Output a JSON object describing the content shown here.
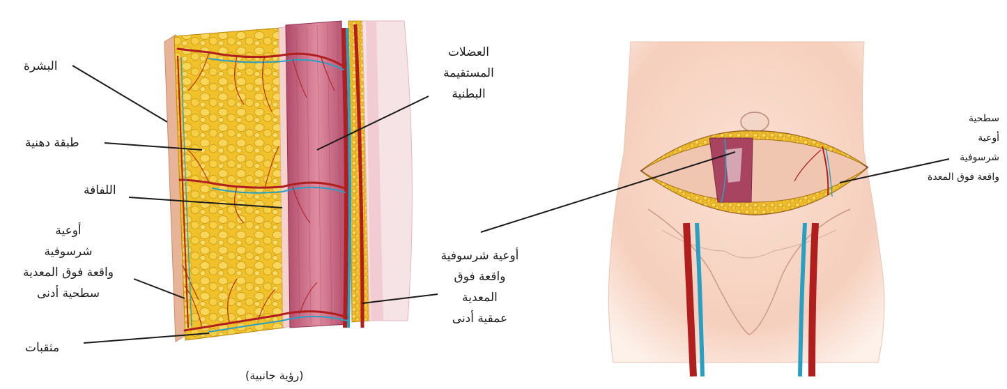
{
  "colors": {
    "skin": "#f2c6b2",
    "fat": "#f1c12a",
    "muscle": "#c25a78",
    "artery": "#b01e1e",
    "vein": "#2a9fc4",
    "line": "#1a1a1a"
  },
  "labels": {
    "epidermis": "البشرة",
    "fat_layer": "طبقة دهنية",
    "fascia": "اللفافة",
    "superficial_inferior_epigastric": [
      "أوعية",
      "شرسوفية",
      "واقعة فوق المعدية",
      "سطحية أدنى"
    ],
    "perforators": "مثقبات",
    "rectus_abdominis": [
      "العضلات",
      "المستقيمة",
      "البطنية"
    ],
    "deep_inferior_epigastric": [
      "أوعية شرسوفية",
      "واقعة فوق",
      "المعدية",
      "عمقية أدنى"
    ],
    "superficial_epigastric_right": [
      "سطحية",
      "أوعية",
      "شرسوفية",
      "واقعة فوق المعدة"
    ],
    "caption": "(رؤية جانبية)"
  }
}
